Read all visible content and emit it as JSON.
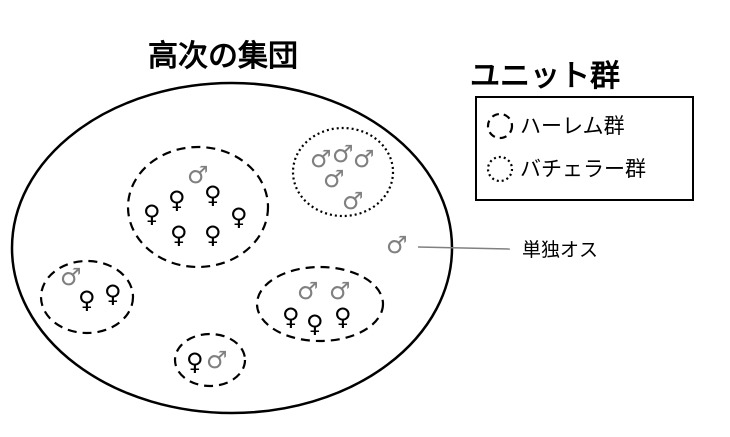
{
  "diagram": {
    "upper_group_title": "高次の集団",
    "unit_group_title": "ユニット群",
    "legend": {
      "harem_label": "ハーレム群",
      "bachelor_label": "バチェラー群"
    },
    "solitary_male_label": "単独オス",
    "male_symbol": "♂",
    "female_symbol": "♀",
    "colors": {
      "male": "#808080",
      "female": "#000000",
      "outline": "#000000"
    },
    "groups": [
      {
        "type": "harem",
        "males": 1,
        "females": 6
      },
      {
        "type": "bachelor",
        "males": 5,
        "females": 0
      },
      {
        "type": "harem",
        "males": 1,
        "females": 2
      },
      {
        "type": "harem",
        "males": 2,
        "females": 3
      },
      {
        "type": "harem",
        "males": 1,
        "females": 1
      }
    ],
    "solitary_males": 1
  }
}
